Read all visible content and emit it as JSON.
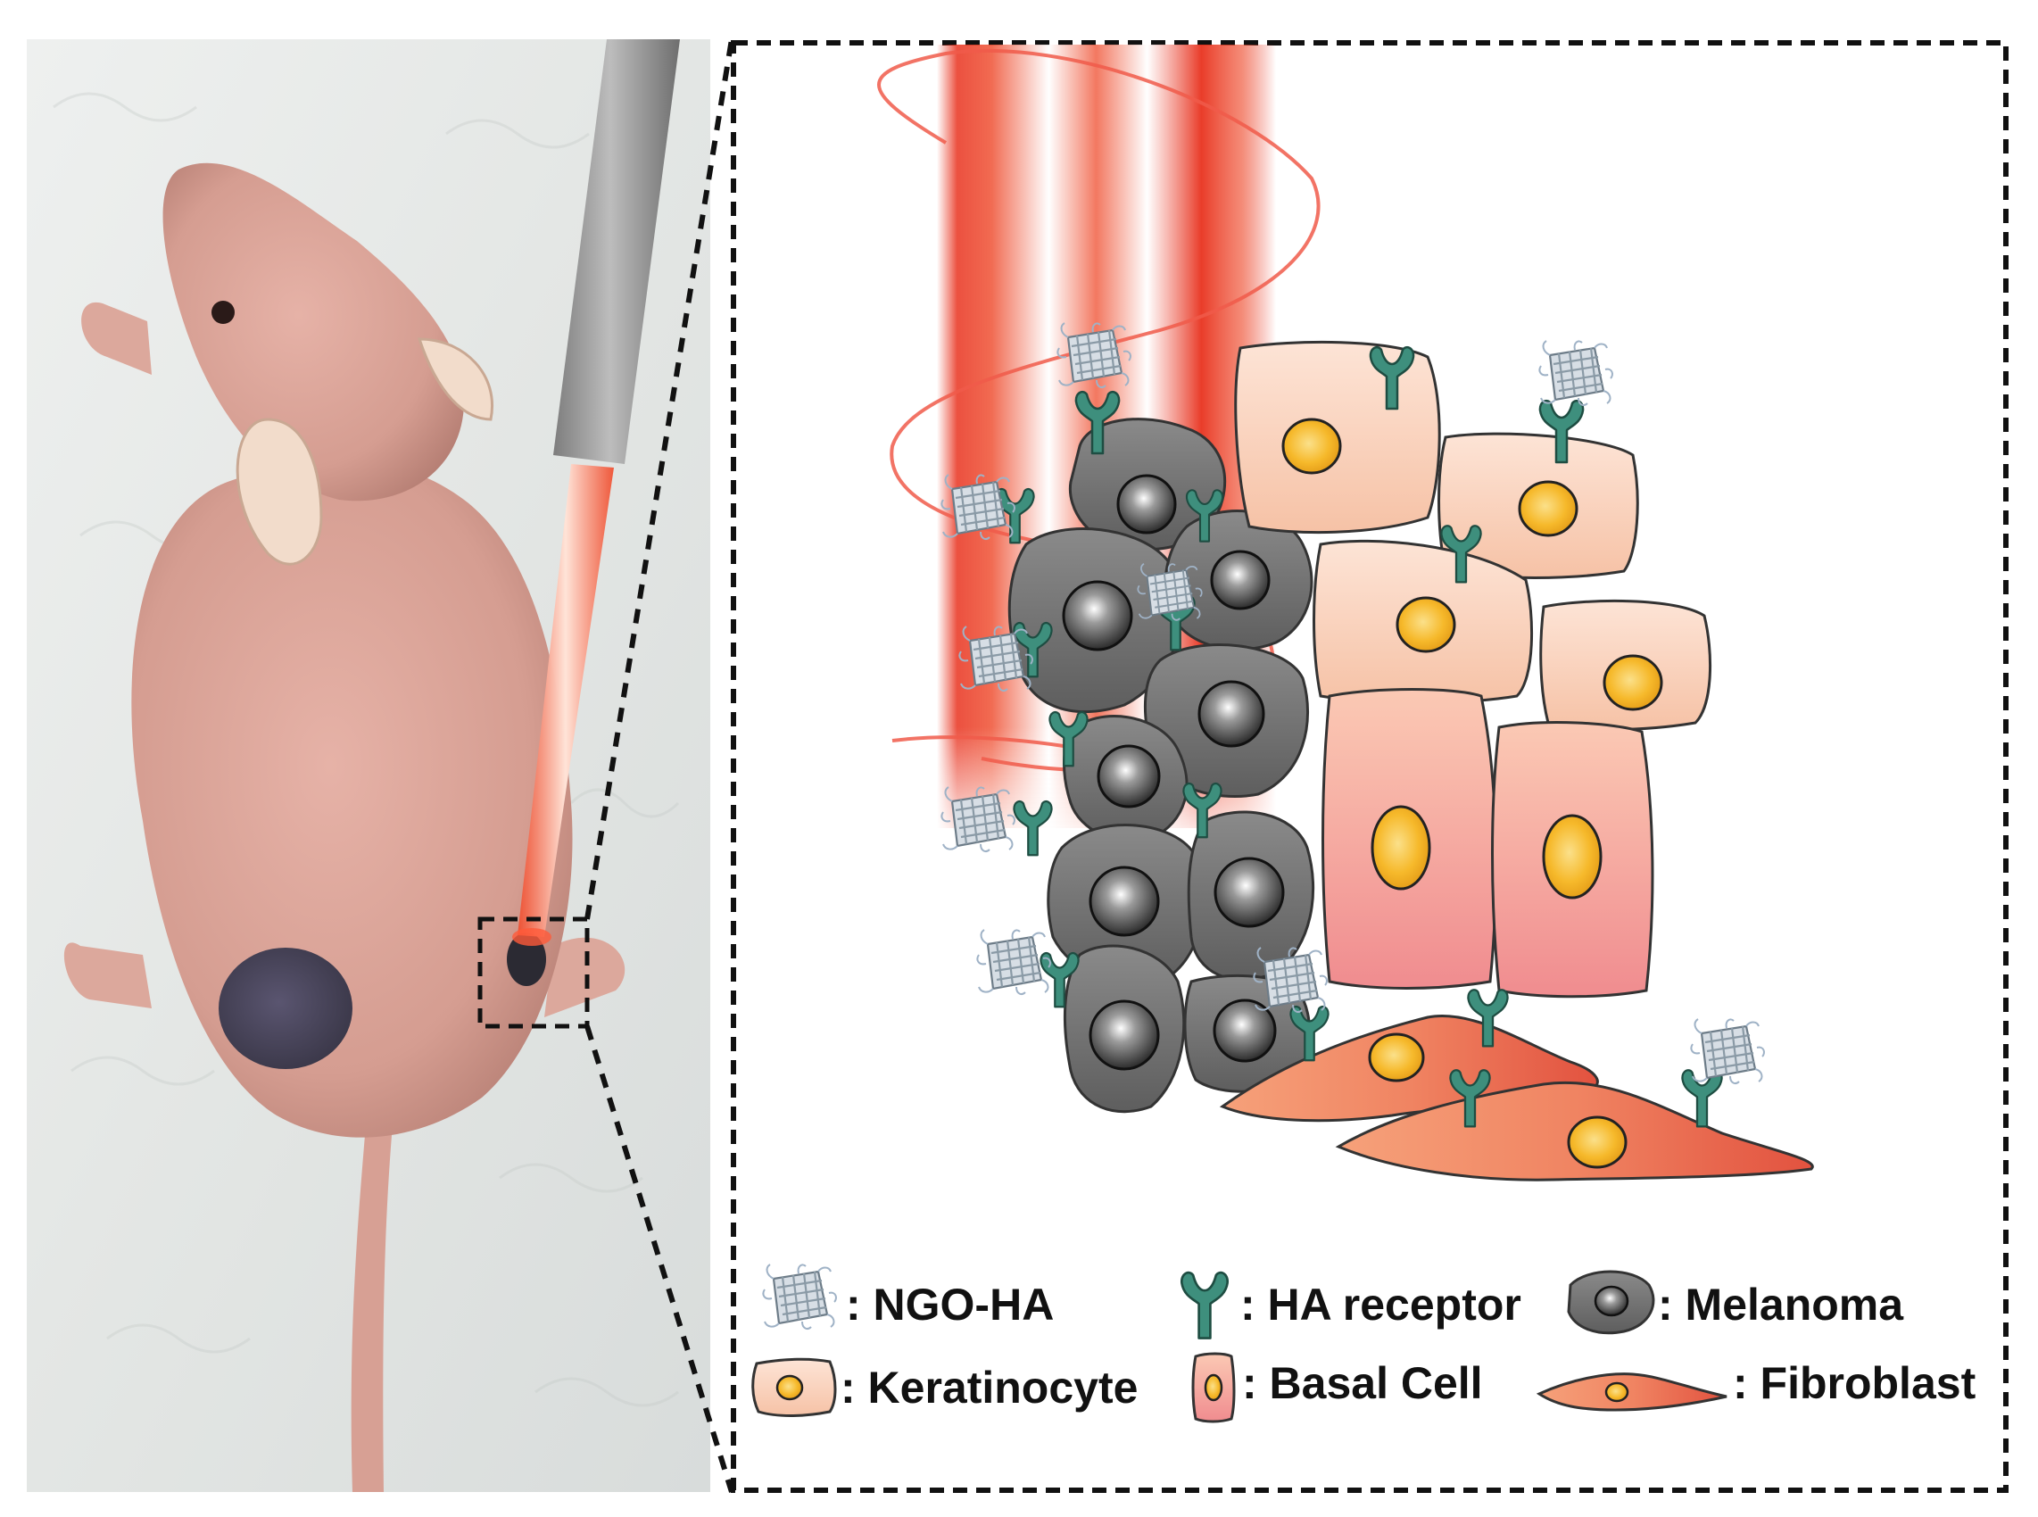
{
  "legend": {
    "ngo_ha": ": NGO-HA",
    "ha_receptor": ": HA receptor",
    "melanoma": ": Melanoma",
    "keratinocyte": ": Keratinocyte",
    "basal_cell": ": Basal Cell",
    "fibroblast": ": Fibroblast"
  },
  "colors": {
    "laser_red": "#e8321e",
    "receptor_teal": "#3e8f7d",
    "melanoma_gray": "#6b6b6b",
    "keratinocyte_fill": "#f9d2bd",
    "basal_fill": "#f7a7a0",
    "fibroblast_fill": "#ef7a5e",
    "nucleus_yellow": "#f6b92b",
    "mouse_skin": "#d9a39a",
    "tumor": "#4d4a5e"
  },
  "icons": {
    "nanoparticle": "ngo-ha-particle-icon",
    "receptor": "ha-receptor-icon",
    "melanoma": "melanoma-cell-icon",
    "keratinocyte": "keratinocyte-cell-icon",
    "basal": "basal-cell-icon",
    "fibroblast": "fibroblast-cell-icon"
  }
}
